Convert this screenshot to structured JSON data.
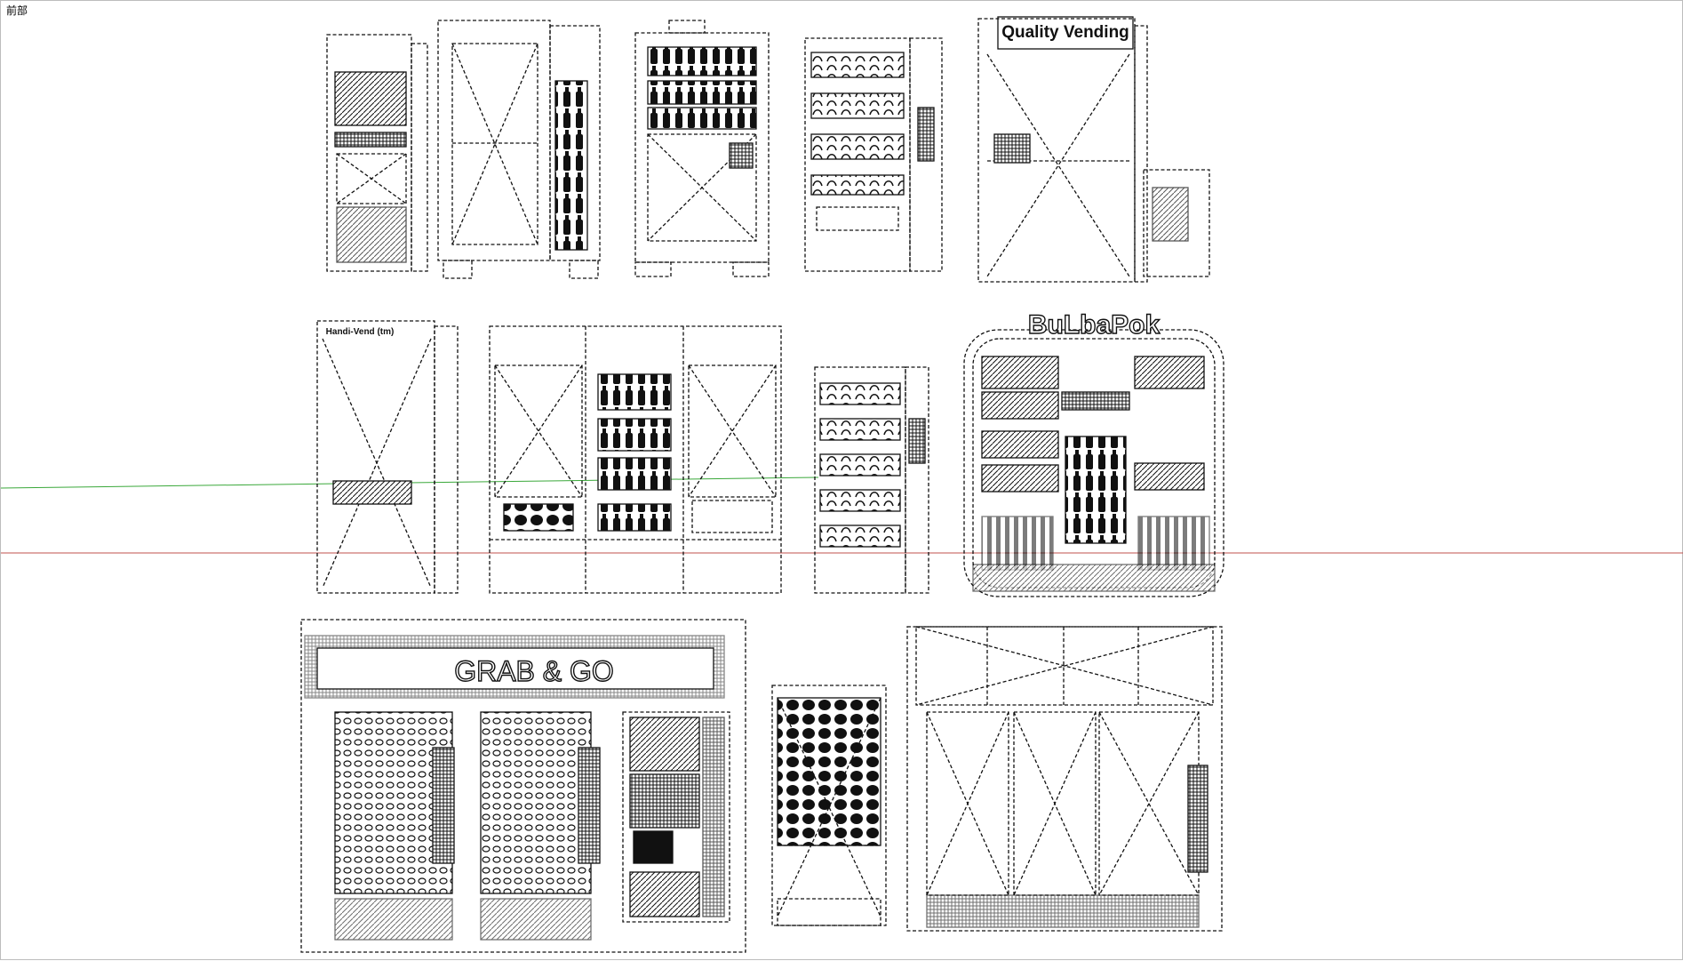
{
  "viewport": {
    "scene_label": "前部"
  },
  "colors": {
    "background": "#ffffff",
    "line": "#111111",
    "axis_green": "#3aa83a",
    "axis_red": "#c0504d"
  },
  "models": [
    {
      "id": "m1",
      "kind": "snack-vending-machine"
    },
    {
      "id": "m2",
      "kind": "glass-door-vending-machine"
    },
    {
      "id": "m3",
      "kind": "bottle-vending-machine"
    },
    {
      "id": "m4",
      "kind": "spiral-snack-vending-machine"
    },
    {
      "id": "m5",
      "kind": "quality-vending-machine",
      "sign": "Quality Vending"
    },
    {
      "id": "m6",
      "kind": "handi-vend-machine",
      "sign": "Handi-Vend (tm)"
    },
    {
      "id": "m7",
      "kind": "display-cabinet-wall"
    },
    {
      "id": "m8",
      "kind": "spiral-snack-vending-machine-2"
    },
    {
      "id": "m9",
      "kind": "kiosk-shop",
      "sign": "BuLbaPok"
    },
    {
      "id": "m10",
      "kind": "grab-and-go-station",
      "sign": "GRAB & GO"
    },
    {
      "id": "m11",
      "kind": "open-cooler"
    },
    {
      "id": "m12",
      "kind": "triple-cooler-wall"
    }
  ]
}
